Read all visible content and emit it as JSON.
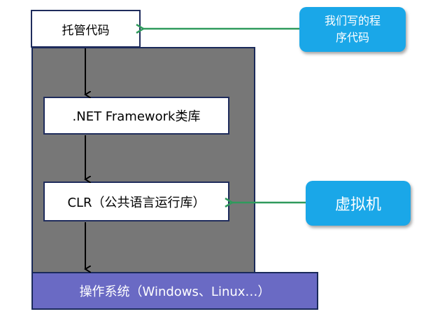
{
  "boxes": {
    "managed_code": "托管代码",
    "framework": ".NET Framework类库",
    "clr": "CLR（公共语言运行库）",
    "os": "操作系统（Windows、Linux…）"
  },
  "callouts": {
    "our_code_line1": "我们写的程",
    "our_code_line2": "序代码",
    "vm": "虚拟机"
  },
  "colors": {
    "container": "#777777",
    "os_box": "#6a6ac4",
    "callout": "#1aa7e8",
    "pointer_arrow": "#2f9a5c",
    "border": "#1f2c5c"
  }
}
